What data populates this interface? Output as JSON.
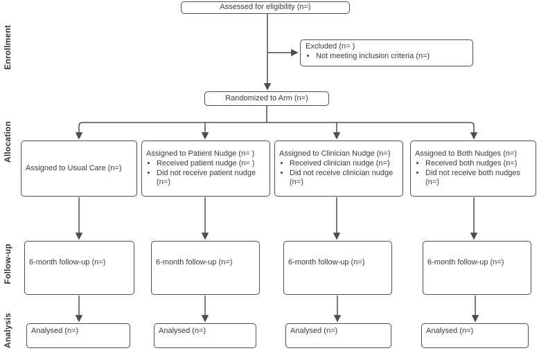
{
  "colors": {
    "border": "#4d4d4d",
    "arrow": "#4d4d4d",
    "text": "#3a3a3a",
    "background": "#ffffff"
  },
  "stage_labels": {
    "enrollment": "Enrollment",
    "allocation": "Allocation",
    "followup": "Follow-up",
    "analysis": "Analysis"
  },
  "enrollment": {
    "assessed": "Assessed for eligibility (n=)",
    "excluded_title": "Excluded (n= )",
    "excluded_bullet": "Not meeting inclusion criteria (n=)",
    "randomized": "Randomized to Arm (n=)"
  },
  "arms": [
    {
      "assigned_title": "Assigned to Usual Care (n=)",
      "bullets": [],
      "followup": "6-month follow-up (n=)",
      "analysed": "Analysed (n=)"
    },
    {
      "assigned_title": "Assigned to Patient Nudge (n= )",
      "bullets": [
        "Received patient nudge (n= )",
        "Did not receive patient nudge (n=)"
      ],
      "followup": "6-month follow-up (n=)",
      "analysed": "Analysed (n=)"
    },
    {
      "assigned_title": "Assigned to Clinician Nudge (n=)",
      "bullets": [
        "Received clinician nudge (n=)",
        "Did not receive clinician nudge (n=)"
      ],
      "followup": "6-month follow-up (n=)",
      "analysed": "Analysed (n=)"
    },
    {
      "assigned_title": "Assigned to Both Nudges (n=)",
      "bullets": [
        "Received both nudges (n=)",
        "Did not receive both nudges (n=)"
      ],
      "followup": "6-month follow-up (n=)",
      "analysed": "Analysed (n=)"
    }
  ]
}
